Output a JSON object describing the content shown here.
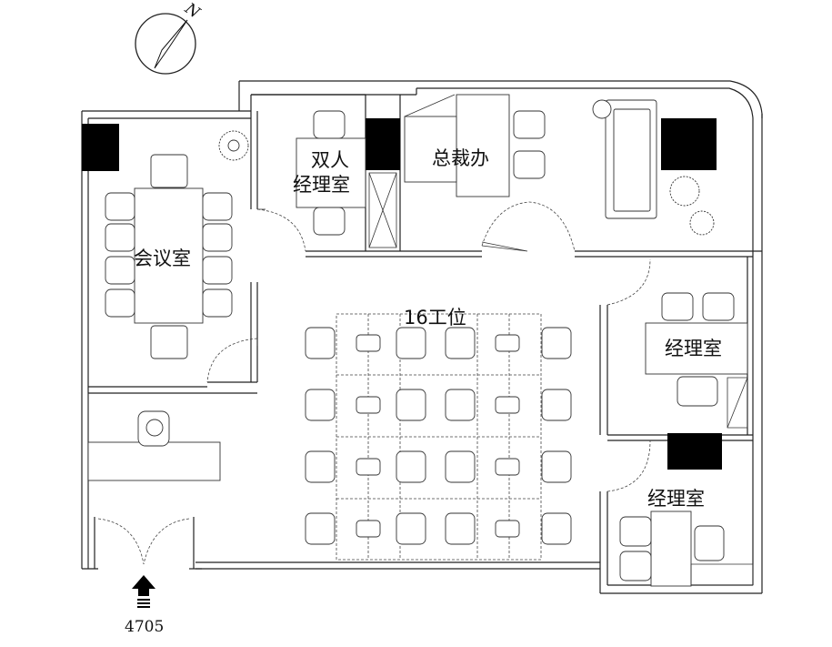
{
  "rooms": {
    "meeting": "会议室",
    "double_manager_line1": "双人",
    "double_manager_line2": "经理室",
    "ceo": "总裁办",
    "workstations": "16工位",
    "manager_a": "经理室",
    "manager_b": "经理室"
  },
  "entrance": {
    "number": "4705"
  },
  "compass": {
    "north": "N"
  },
  "colors": {
    "line": "#222222",
    "pillar": "#000000",
    "background": "#ffffff"
  }
}
